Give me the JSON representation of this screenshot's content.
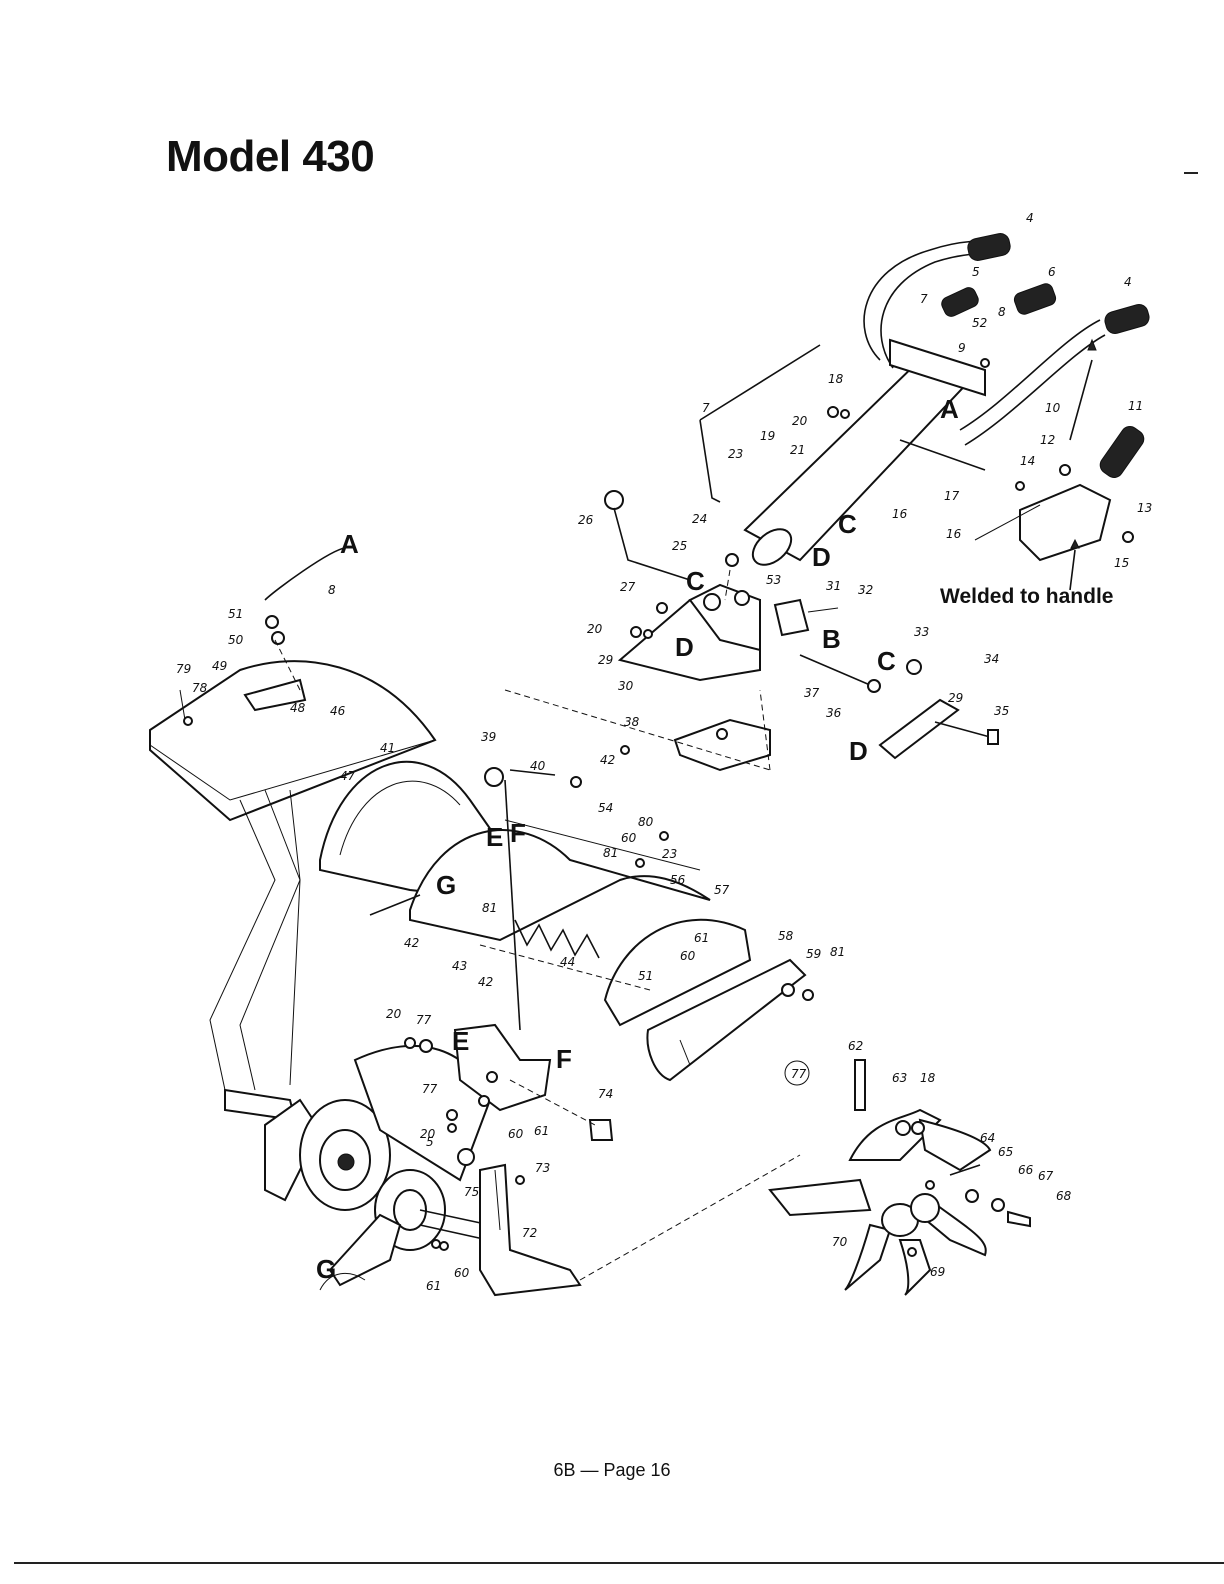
{
  "page": {
    "title": "Model 430",
    "welded_note": "Welded to handle",
    "footer": "6B — Page 16"
  },
  "letters": {
    "A": "A",
    "B": "B",
    "C": "C",
    "D": "D",
    "E": "E",
    "F": "F",
    "G": "G"
  },
  "circled_ref": "77",
  "part_labels": [
    "4",
    "5",
    "6",
    "4",
    "7",
    "52",
    "8",
    "9",
    "18",
    "20",
    "7",
    "19",
    "21",
    "23",
    "16",
    "10",
    "17",
    "11",
    "12",
    "14",
    "13",
    "15",
    "16",
    "24",
    "25",
    "26",
    "53",
    "27",
    "31",
    "32",
    "20",
    "29",
    "30",
    "33",
    "34",
    "36",
    "29",
    "35",
    "37",
    "38",
    "8",
    "51",
    "50",
    "49",
    "79",
    "78",
    "46",
    "48",
    "47",
    "41",
    "39",
    "40",
    "42",
    "54",
    "80",
    "60",
    "81",
    "23",
    "56",
    "42",
    "43",
    "42",
    "81",
    "44",
    "57",
    "61",
    "60",
    "51",
    "58",
    "59",
    "81",
    "20",
    "77",
    "77",
    "20",
    "5",
    "60",
    "61",
    "74",
    "73",
    "75",
    "72",
    "61",
    "60",
    "62",
    "63",
    "18",
    "64",
    "65",
    "66",
    "67",
    "68",
    "70",
    "69"
  ]
}
